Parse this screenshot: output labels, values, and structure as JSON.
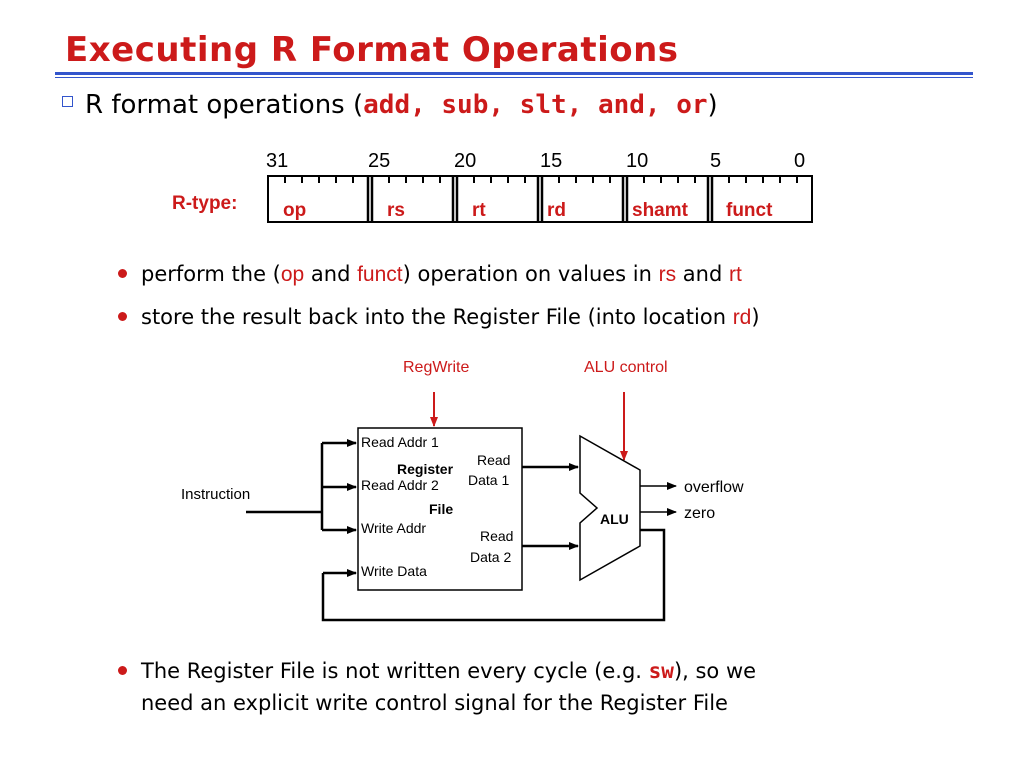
{
  "title": "Executing R Format Operations",
  "subtitle": {
    "prefix": "R format operations (",
    "ops": "add, sub, slt, and, or",
    "suffix": ")"
  },
  "format": {
    "label": "R-type:",
    "bits": [
      "31",
      "25",
      "20",
      "15",
      "10",
      "5",
      "0"
    ],
    "fields": [
      "op",
      "rs",
      "rt",
      "rd",
      "shamt",
      "funct"
    ]
  },
  "bullet1": {
    "t1": "perform the (",
    "op": "op",
    "t2": " and ",
    "funct": "funct",
    "t3": ") operation on values in ",
    "rs": "rs",
    "t4": " and ",
    "rt": "rt"
  },
  "bullet2": {
    "t1": "store the result back into the Register File (into location ",
    "rd": "rd",
    "t2": ")"
  },
  "diagram": {
    "regwrite": "RegWrite",
    "alu_control": "ALU control",
    "instruction": "Instruction",
    "rf_title1": "Register",
    "rf_title2": "File",
    "read_addr1": "Read Addr 1",
    "read_addr2": "Read Addr 2",
    "write_addr": "Write Addr",
    "write_data": "Write Data",
    "read": "Read",
    "data1": "Data 1",
    "data2": "Data 2",
    "alu": "ALU",
    "overflow": "overflow",
    "zero": "zero"
  },
  "bullet3": {
    "t1": "The Register File is not written every cycle (e.g. ",
    "sw": "sw",
    "t2": "), so we",
    "line2": "need an explicit write control signal for the Register File"
  },
  "colors": {
    "accent": "#cc1a1a",
    "rule": "#3355cc"
  }
}
